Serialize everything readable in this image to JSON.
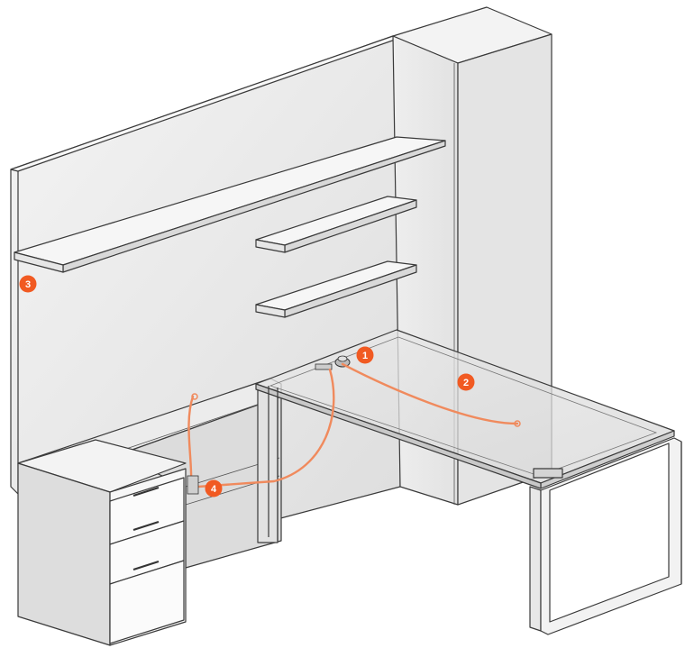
{
  "diagram": {
    "accent_color": "#f15a22",
    "cable_color": "#f08a5d",
    "callouts": [
      {
        "id": "callout-1",
        "label": "1"
      },
      {
        "id": "callout-2",
        "label": "2"
      },
      {
        "id": "callout-3",
        "label": "3"
      },
      {
        "id": "callout-4",
        "label": "4"
      }
    ]
  }
}
